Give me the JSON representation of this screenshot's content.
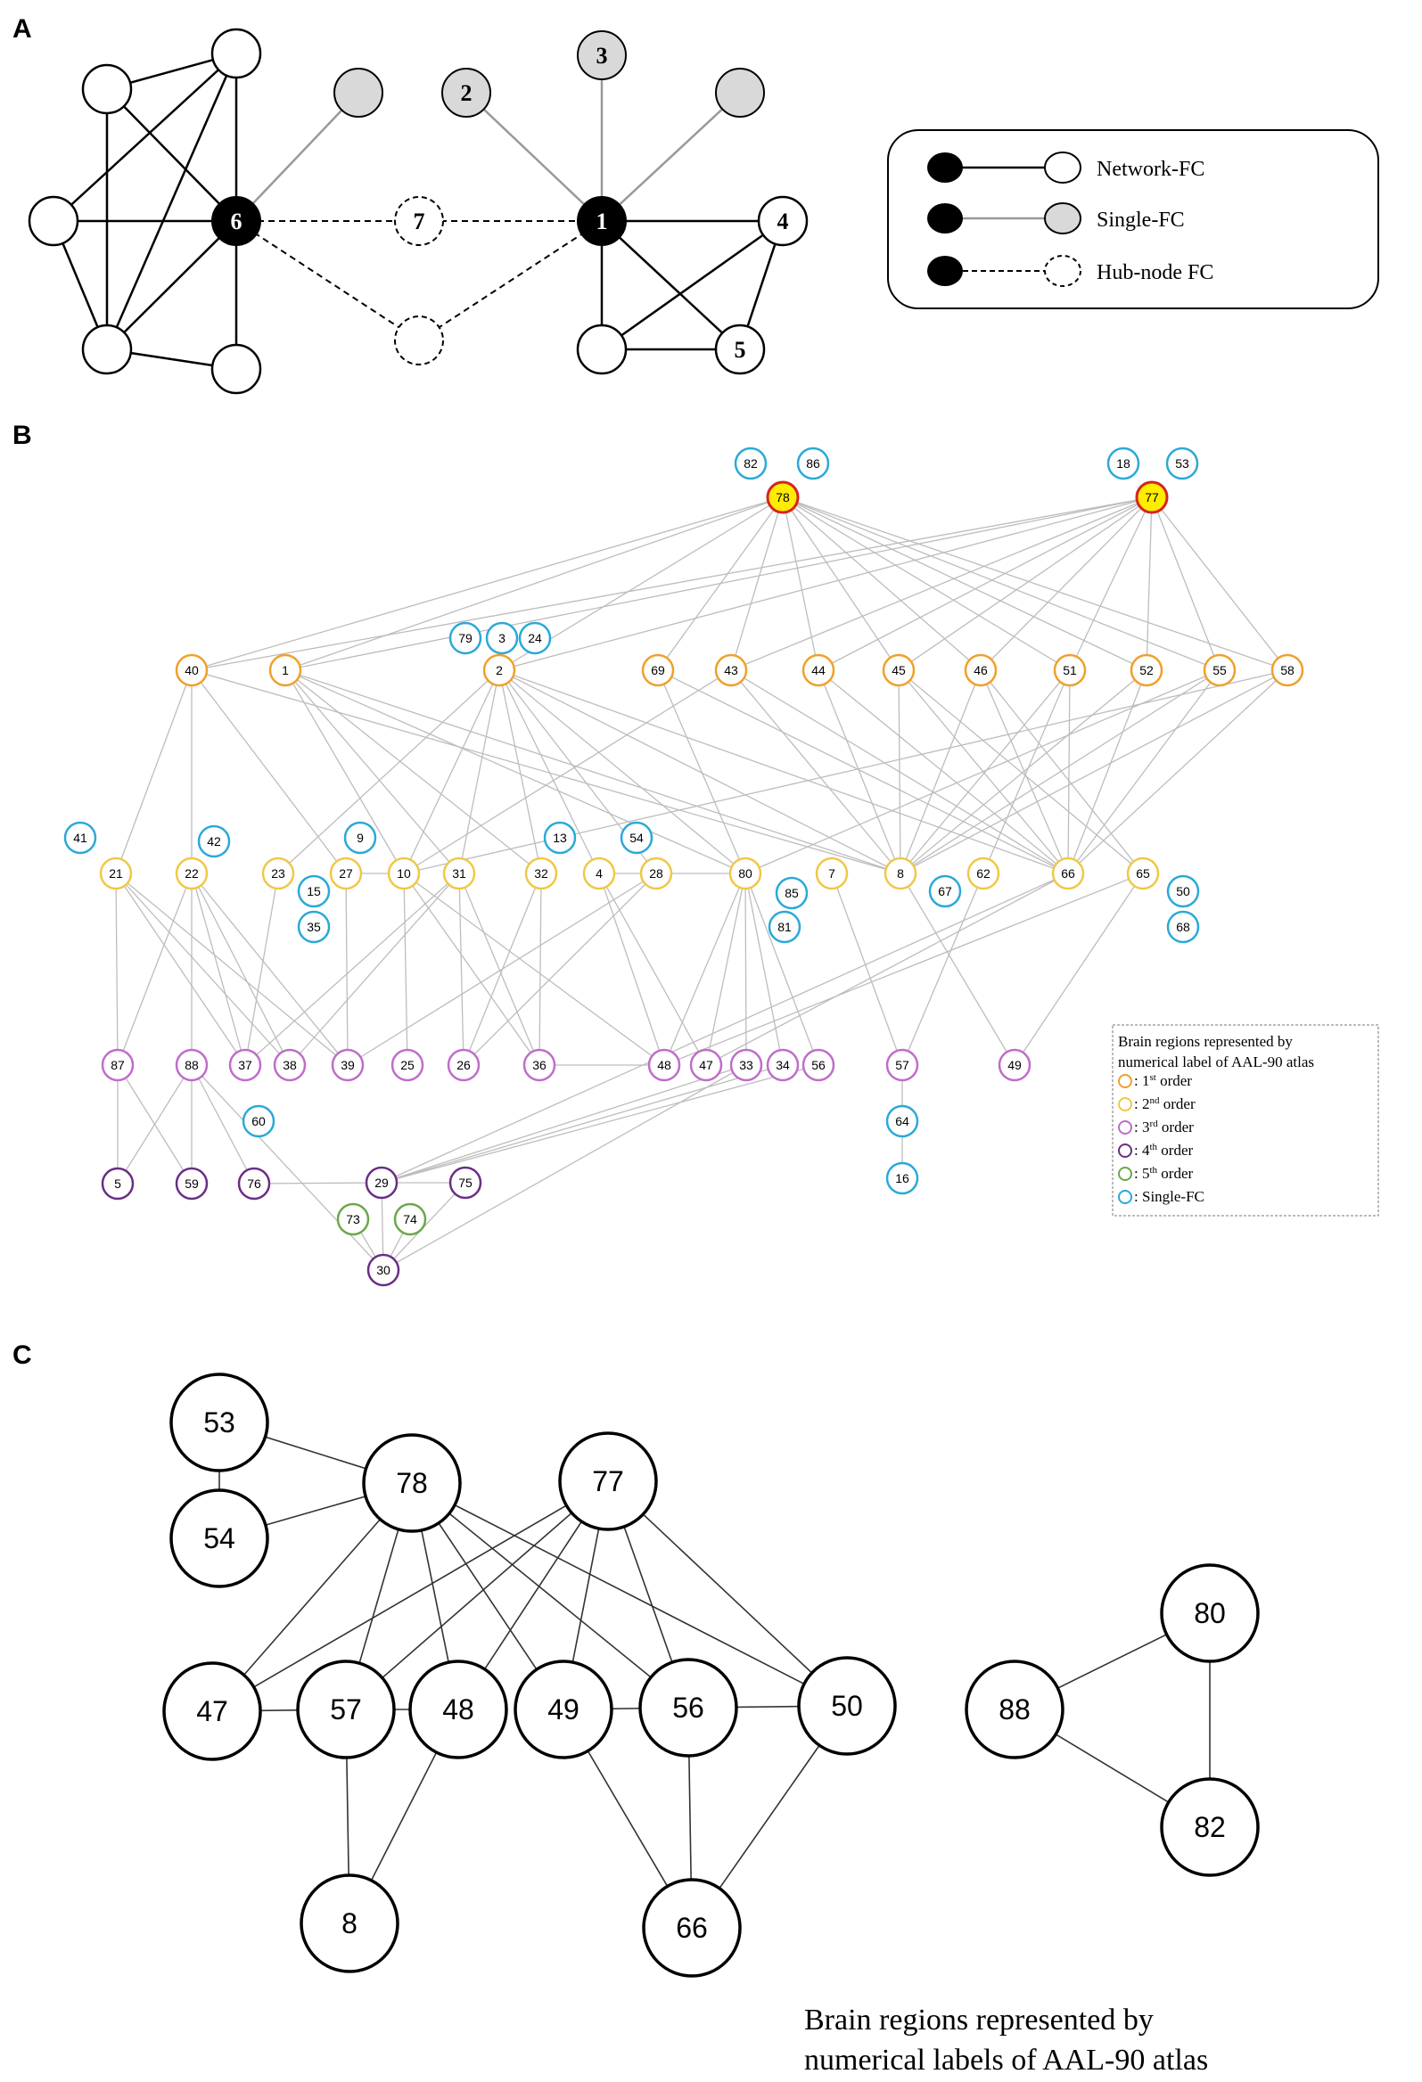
{
  "panels": {
    "a": {
      "label": "A",
      "legend": [
        {
          "style": "network",
          "text": "Network-FC"
        },
        {
          "style": "single",
          "text": "Single-FC"
        },
        {
          "style": "hub",
          "text": "Hub-node FC"
        }
      ],
      "nodes": [
        {
          "id": "n6",
          "label": "6",
          "type": "hub"
        },
        {
          "id": "n1",
          "label": "1",
          "type": "hub"
        },
        {
          "id": "n7",
          "label": "7",
          "type": "dashed"
        },
        {
          "id": "nd",
          "label": "",
          "type": "dashed"
        },
        {
          "id": "n2",
          "label": "2",
          "type": "gray"
        },
        {
          "id": "n3",
          "label": "3",
          "type": "gray"
        },
        {
          "id": "ng1",
          "label": "",
          "type": "gray"
        },
        {
          "id": "ng2",
          "label": "",
          "type": "gray"
        },
        {
          "id": "n4",
          "label": "4",
          "type": "white"
        },
        {
          "id": "n5",
          "label": "5",
          "type": "white"
        },
        {
          "id": "nb",
          "label": "",
          "type": "white"
        },
        {
          "id": "L1",
          "label": "",
          "type": "white"
        },
        {
          "id": "L2",
          "label": "",
          "type": "white"
        },
        {
          "id": "L3",
          "label": "",
          "type": "white"
        },
        {
          "id": "L4",
          "label": "",
          "type": "white"
        },
        {
          "id": "L5",
          "label": "",
          "type": "white"
        }
      ],
      "edges": [
        [
          "n6",
          "L1",
          "solid"
        ],
        [
          "n6",
          "L2",
          "solid"
        ],
        [
          "n6",
          "L3",
          "solid"
        ],
        [
          "n6",
          "L4",
          "solid"
        ],
        [
          "n6",
          "L5",
          "solid"
        ],
        [
          "L1",
          "L2",
          "solid"
        ],
        [
          "L1",
          "L4",
          "solid"
        ],
        [
          "L2",
          "L3",
          "solid"
        ],
        [
          "L2",
          "L4",
          "solid"
        ],
        [
          "L3",
          "L4",
          "solid"
        ],
        [
          "L4",
          "L5",
          "solid"
        ],
        [
          "n6",
          "ng1",
          "gray"
        ],
        [
          "n6",
          "n7",
          "dashed"
        ],
        [
          "n7",
          "n1",
          "dashed"
        ],
        [
          "n6",
          "nd",
          "dashed"
        ],
        [
          "nd",
          "n1",
          "dashed"
        ],
        [
          "n1",
          "n2",
          "gray"
        ],
        [
          "n1",
          "n3",
          "gray"
        ],
        [
          "n1",
          "ng2",
          "gray"
        ],
        [
          "n1",
          "n4",
          "solid"
        ],
        [
          "n1",
          "n5",
          "solid"
        ],
        [
          "n1",
          "nb",
          "solid"
        ],
        [
          "n4",
          "n5",
          "solid"
        ],
        [
          "n4",
          "nb",
          "solid"
        ],
        [
          "nb",
          "n5",
          "solid"
        ]
      ]
    },
    "b": {
      "label": "B",
      "legend": {
        "title_line1": "Brain regions represented by",
        "title_line2": "numerical label of AAL-90 atlas",
        "items": [
          {
            "color": "#f0a02a",
            "num": "1",
            "sup": "st",
            "rest": " order"
          },
          {
            "color": "#efc848",
            "num": "2",
            "sup": "nd",
            "rest": " order"
          },
          {
            "color": "#bf6dc9",
            "num": "3",
            "sup": "rd",
            "rest": " order"
          },
          {
            "color": "#6b2d86",
            "num": "4",
            "sup": "th",
            "rest": " order"
          },
          {
            "color": "#6aa848",
            "num": "5",
            "sup": "th",
            "rest": " order"
          },
          {
            "color": "#2aa9d8",
            "num": "",
            "sup": "",
            "rest": "Single-FC"
          }
        ],
        "colon": ": "
      },
      "nodes": [
        {
          "label": "82",
          "type": "single"
        },
        {
          "label": "86",
          "type": "single"
        },
        {
          "label": "78",
          "type": "hub"
        },
        {
          "label": "18",
          "type": "single"
        },
        {
          "label": "53",
          "type": "single"
        },
        {
          "label": "77",
          "type": "hub"
        },
        {
          "label": "79",
          "type": "single"
        },
        {
          "label": "3",
          "type": "single"
        },
        {
          "label": "24",
          "type": "single"
        },
        {
          "label": "40",
          "type": "o1"
        },
        {
          "label": "1",
          "type": "o1"
        },
        {
          "label": "2",
          "type": "o1"
        },
        {
          "label": "69",
          "type": "o1"
        },
        {
          "label": "43",
          "type": "o1"
        },
        {
          "label": "44",
          "type": "o1"
        },
        {
          "label": "45",
          "type": "o1"
        },
        {
          "label": "46",
          "type": "o1"
        },
        {
          "label": "51",
          "type": "o1"
        },
        {
          "label": "52",
          "type": "o1"
        },
        {
          "label": "55",
          "type": "o1"
        },
        {
          "label": "58",
          "type": "o1"
        },
        {
          "label": "41",
          "type": "single"
        },
        {
          "label": "42",
          "type": "single"
        },
        {
          "label": "9",
          "type": "single"
        },
        {
          "label": "13",
          "type": "single"
        },
        {
          "label": "54",
          "type": "single"
        },
        {
          "label": "21",
          "type": "o2"
        },
        {
          "label": "22",
          "type": "o2"
        },
        {
          "label": "23",
          "type": "o2"
        },
        {
          "label": "27",
          "type": "o2"
        },
        {
          "label": "10",
          "type": "o2"
        },
        {
          "label": "31",
          "type": "o2"
        },
        {
          "label": "32",
          "type": "o2"
        },
        {
          "label": "4",
          "type": "o2"
        },
        {
          "label": "28",
          "type": "o2"
        },
        {
          "label": "80",
          "type": "o2"
        },
        {
          "label": "7",
          "type": "o2"
        },
        {
          "label": "8",
          "type": "o2"
        },
        {
          "label": "62",
          "type": "o2"
        },
        {
          "label": "66",
          "type": "o2"
        },
        {
          "label": "65",
          "type": "o2"
        },
        {
          "label": "15",
          "type": "single"
        },
        {
          "label": "35",
          "type": "single"
        },
        {
          "label": "85",
          "type": "single"
        },
        {
          "label": "81",
          "type": "single"
        },
        {
          "label": "67",
          "type": "single"
        },
        {
          "label": "50",
          "type": "single"
        },
        {
          "label": "68",
          "type": "single"
        },
        {
          "label": "87",
          "type": "o3"
        },
        {
          "label": "88",
          "type": "o3"
        },
        {
          "label": "37",
          "type": "o3"
        },
        {
          "label": "38",
          "type": "o3"
        },
        {
          "label": "39",
          "type": "o3"
        },
        {
          "label": "25",
          "type": "o3"
        },
        {
          "label": "26",
          "type": "o3"
        },
        {
          "label": "36",
          "type": "o3"
        },
        {
          "label": "48",
          "type": "o3"
        },
        {
          "label": "47",
          "type": "o3"
        },
        {
          "label": "33",
          "type": "o3"
        },
        {
          "label": "34",
          "type": "o3"
        },
        {
          "label": "56",
          "type": "o3"
        },
        {
          "label": "57",
          "type": "o3"
        },
        {
          "label": "49",
          "type": "o3"
        },
        {
          "label": "60",
          "type": "single"
        },
        {
          "label": "64",
          "type": "single"
        },
        {
          "label": "16",
          "type": "single"
        },
        {
          "label": "5",
          "type": "o4"
        },
        {
          "label": "59",
          "type": "o4"
        },
        {
          "label": "76",
          "type": "o4"
        },
        {
          "label": "29",
          "type": "o4"
        },
        {
          "label": "75",
          "type": "o4"
        },
        {
          "label": "30",
          "type": "o4"
        },
        {
          "label": "73",
          "type": "o5"
        },
        {
          "label": "74",
          "type": "o5"
        }
      ],
      "edges": [
        [
          "78",
          "40"
        ],
        [
          "78",
          "1"
        ],
        [
          "78",
          "2"
        ],
        [
          "78",
          "69"
        ],
        [
          "78",
          "43"
        ],
        [
          "78",
          "44"
        ],
        [
          "78",
          "45"
        ],
        [
          "78",
          "46"
        ],
        [
          "78",
          "51"
        ],
        [
          "78",
          "52"
        ],
        [
          "78",
          "55"
        ],
        [
          "78",
          "58"
        ],
        [
          "77",
          "40"
        ],
        [
          "77",
          "1"
        ],
        [
          "77",
          "2"
        ],
        [
          "77",
          "43"
        ],
        [
          "77",
          "44"
        ],
        [
          "77",
          "45"
        ],
        [
          "77",
          "46"
        ],
        [
          "77",
          "51"
        ],
        [
          "77",
          "52"
        ],
        [
          "77",
          "55"
        ],
        [
          "77",
          "58"
        ],
        [
          "40",
          "21"
        ],
        [
          "40",
          "22"
        ],
        [
          "40",
          "27"
        ],
        [
          "40",
          "8"
        ],
        [
          "1",
          "10"
        ],
        [
          "1",
          "32"
        ],
        [
          "1",
          "31"
        ],
        [
          "1",
          "80"
        ],
        [
          "1",
          "8"
        ],
        [
          "2",
          "23"
        ],
        [
          "2",
          "31"
        ],
        [
          "2",
          "32"
        ],
        [
          "2",
          "4"
        ],
        [
          "2",
          "28"
        ],
        [
          "2",
          "80"
        ],
        [
          "2",
          "8"
        ],
        [
          "2",
          "66"
        ],
        [
          "2",
          "10"
        ],
        [
          "69",
          "80"
        ],
        [
          "69",
          "66"
        ],
        [
          "43",
          "8"
        ],
        [
          "43",
          "66"
        ],
        [
          "43",
          "10"
        ],
        [
          "44",
          "8"
        ],
        [
          "44",
          "66"
        ],
        [
          "45",
          "8"
        ],
        [
          "45",
          "66"
        ],
        [
          "45",
          "65"
        ],
        [
          "46",
          "8"
        ],
        [
          "46",
          "66"
        ],
        [
          "46",
          "65"
        ],
        [
          "51",
          "8"
        ],
        [
          "51",
          "66"
        ],
        [
          "51",
          "62"
        ],
        [
          "52",
          "8"
        ],
        [
          "52",
          "66"
        ],
        [
          "55",
          "80"
        ],
        [
          "55",
          "8"
        ],
        [
          "55",
          "66"
        ],
        [
          "58",
          "10"
        ],
        [
          "58",
          "8"
        ],
        [
          "58",
          "66"
        ],
        [
          "21",
          "87"
        ],
        [
          "21",
          "37"
        ],
        [
          "21",
          "38"
        ],
        [
          "21",
          "39"
        ],
        [
          "22",
          "88"
        ],
        [
          "22",
          "87"
        ],
        [
          "22",
          "37"
        ],
        [
          "22",
          "38"
        ],
        [
          "22",
          "39"
        ],
        [
          "23",
          "37"
        ],
        [
          "27",
          "10"
        ],
        [
          "27",
          "39"
        ],
        [
          "10",
          "25"
        ],
        [
          "10",
          "36"
        ],
        [
          "10",
          "48"
        ],
        [
          "31",
          "26"
        ],
        [
          "31",
          "36"
        ],
        [
          "31",
          "37"
        ],
        [
          "31",
          "38"
        ],
        [
          "32",
          "26"
        ],
        [
          "32",
          "36"
        ],
        [
          "4",
          "28"
        ],
        [
          "4",
          "48"
        ],
        [
          "4",
          "47"
        ],
        [
          "28",
          "80"
        ],
        [
          "28",
          "26"
        ],
        [
          "28",
          "39"
        ],
        [
          "80",
          "48"
        ],
        [
          "80",
          "47"
        ],
        [
          "80",
          "33"
        ],
        [
          "80",
          "34"
        ],
        [
          "80",
          "56"
        ],
        [
          "7",
          "57"
        ],
        [
          "8",
          "49"
        ],
        [
          "62",
          "57"
        ],
        [
          "65",
          "49"
        ],
        [
          "65",
          "48"
        ],
        [
          "66",
          "47"
        ],
        [
          "66",
          "29"
        ],
        [
          "36",
          "48"
        ],
        [
          "87",
          "5"
        ],
        [
          "87",
          "59"
        ],
        [
          "88",
          "59"
        ],
        [
          "88",
          "76"
        ],
        [
          "88",
          "5"
        ],
        [
          "88",
          "30"
        ],
        [
          "76",
          "29"
        ],
        [
          "29",
          "75"
        ],
        [
          "29",
          "30"
        ],
        [
          "29",
          "33"
        ],
        [
          "29",
          "34"
        ],
        [
          "75",
          "30"
        ],
        [
          "73",
          "30"
        ],
        [
          "74",
          "30"
        ],
        [
          "33",
          "30"
        ],
        [
          "56",
          "29"
        ],
        [
          "57",
          "64"
        ],
        [
          "64",
          "16"
        ]
      ]
    },
    "c": {
      "label": "C",
      "caption_line1": "Brain regions represented by",
      "caption_line2": "numerical labels of AAL-90 atlas",
      "nodes": [
        "53",
        "54",
        "78",
        "77",
        "47",
        "57",
        "48",
        "49",
        "56",
        "50",
        "8",
        "66",
        "88",
        "80",
        "82"
      ],
      "edges": [
        [
          "53",
          "54"
        ],
        [
          "53",
          "78"
        ],
        [
          "54",
          "78"
        ],
        [
          "78",
          "47"
        ],
        [
          "78",
          "57"
        ],
        [
          "78",
          "48"
        ],
        [
          "78",
          "49"
        ],
        [
          "78",
          "56"
        ],
        [
          "78",
          "50"
        ],
        [
          "77",
          "47"
        ],
        [
          "77",
          "57"
        ],
        [
          "77",
          "48"
        ],
        [
          "77",
          "49"
        ],
        [
          "77",
          "56"
        ],
        [
          "77",
          "50"
        ],
        [
          "47",
          "57"
        ],
        [
          "57",
          "48"
        ],
        [
          "49",
          "56"
        ],
        [
          "56",
          "50"
        ],
        [
          "57",
          "8"
        ],
        [
          "48",
          "8"
        ],
        [
          "49",
          "66"
        ],
        [
          "56",
          "66"
        ],
        [
          "50",
          "66"
        ],
        [
          "88",
          "80"
        ],
        [
          "88",
          "82"
        ],
        [
          "80",
          "82"
        ]
      ]
    }
  }
}
